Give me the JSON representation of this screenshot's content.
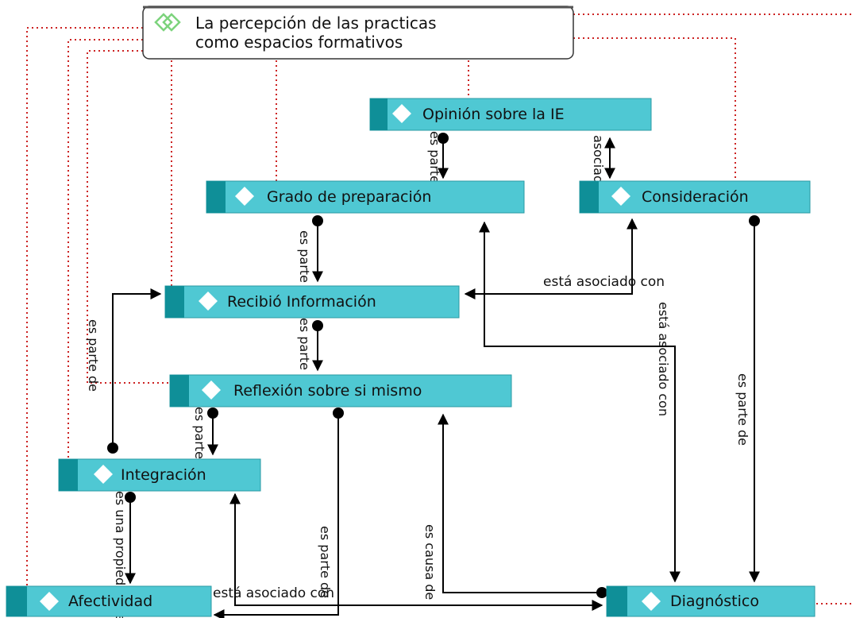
{
  "root": {
    "line1": "La percepción de las practicas",
    "line2": "como espacios formativos"
  },
  "nodes": {
    "opinion": "Opinión sobre la IE",
    "grado": "Grado de preparación",
    "consideracion": "Consideración",
    "recibio": "Recibió Información",
    "reflexion": "Reflexión sobre si mismo",
    "integracion": "Integración",
    "afectividad": "Afectividad",
    "diagnostico": "Diagnóstico"
  },
  "links": {
    "opinion_grado": "es parte de",
    "opinion_consideracion": "asociado",
    "grado_recibio": "es parte de",
    "consideracion_recibio": "está asociado con",
    "recibio_reflexion": "es parte de",
    "integracion_recibio": "es parte de",
    "reflexion_integracion": "es parte de",
    "grado_diagnostico": "está asociado con",
    "consideracion_diagnostico": "es parte de",
    "integracion_afectividad": "es una propiedad de",
    "reflexion_afectividad": "es parte de",
    "diagnostico_reflexion": "es causa de",
    "afectividad_diagnostico": "está asociado con"
  },
  "colors": {
    "node_fill": "#4fc8d3",
    "node_accent": "#0f8f98",
    "node_border": "#2a9aa3",
    "dotted_link": "#cc2222",
    "arrow": "#000000",
    "root_icon": "#7cd37c"
  }
}
